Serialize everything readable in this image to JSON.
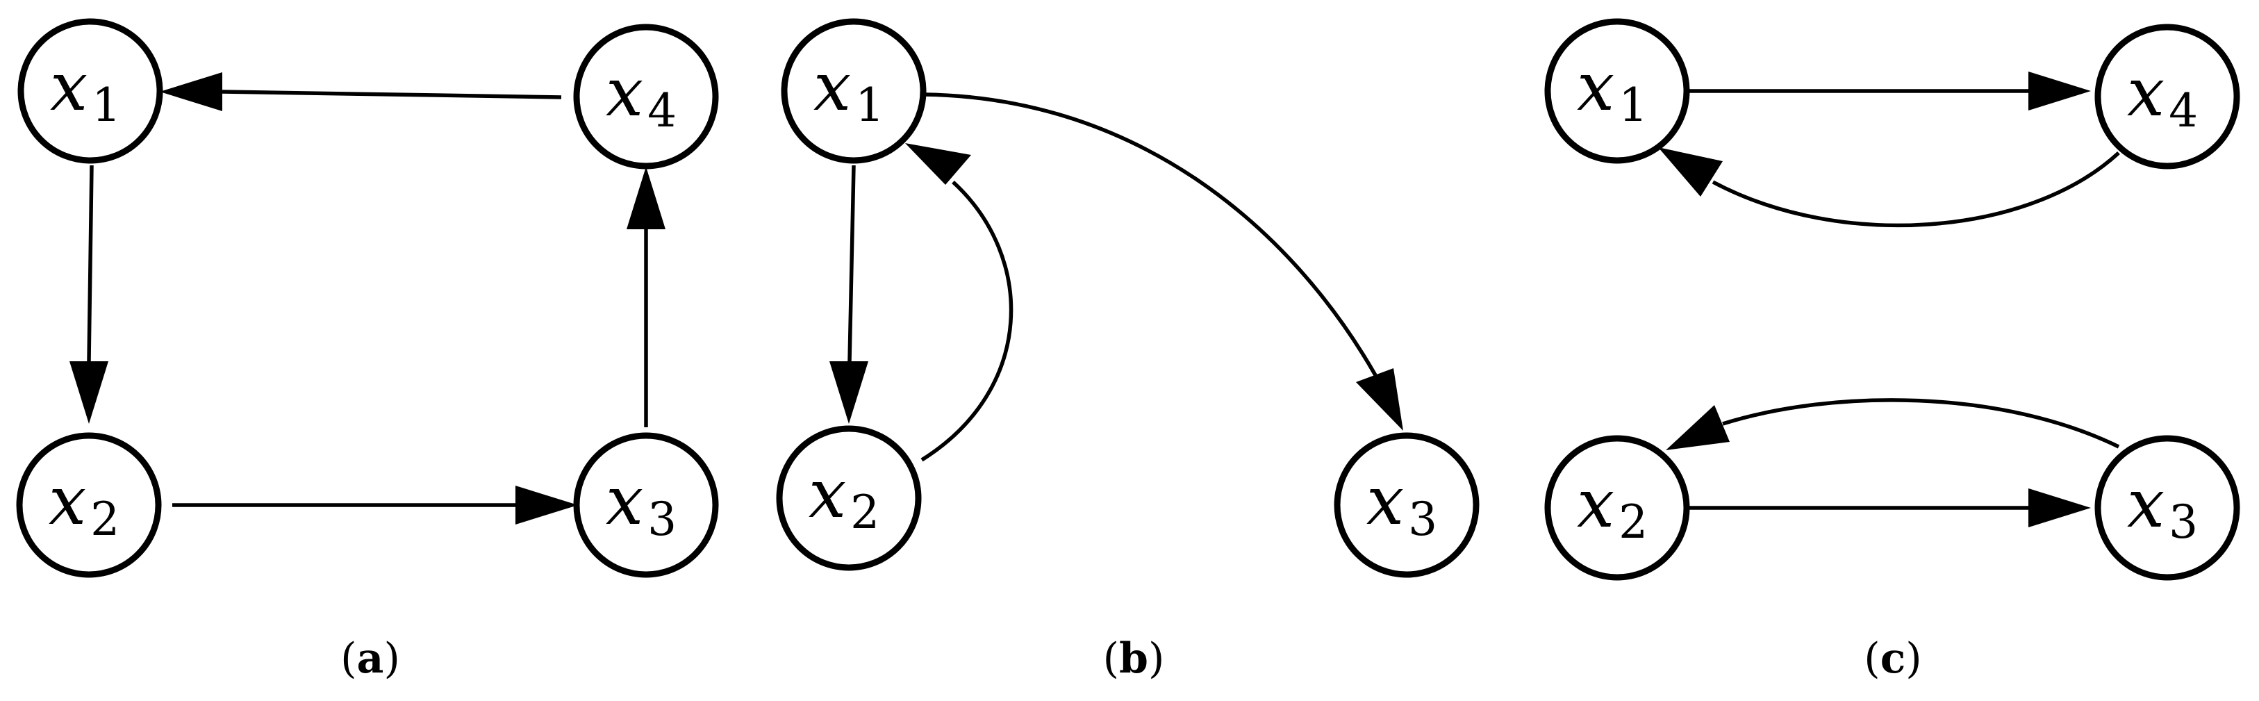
{
  "figure": {
    "panels": [
      {
        "id": "a",
        "caption_open": "(",
        "caption_letter": "a",
        "caption_close": ")",
        "nodes": [
          {
            "id": "x1",
            "var": "x",
            "sub": "1"
          },
          {
            "id": "x4",
            "var": "x",
            "sub": "4"
          },
          {
            "id": "x2",
            "var": "x",
            "sub": "2"
          },
          {
            "id": "x3",
            "var": "x",
            "sub": "3"
          }
        ],
        "edges": [
          {
            "from": "x4",
            "to": "x1"
          },
          {
            "from": "x1",
            "to": "x2"
          },
          {
            "from": "x2",
            "to": "x3"
          },
          {
            "from": "x3",
            "to": "x4"
          }
        ]
      },
      {
        "id": "b",
        "caption_open": "(",
        "caption_letter": "b",
        "caption_close": ")",
        "nodes": [
          {
            "id": "x1",
            "var": "x",
            "sub": "1"
          },
          {
            "id": "x2",
            "var": "x",
            "sub": "2"
          },
          {
            "id": "x3",
            "var": "x",
            "sub": "3"
          }
        ],
        "edges": [
          {
            "from": "x1",
            "to": "x2"
          },
          {
            "from": "x2",
            "to": "x1"
          },
          {
            "from": "x1",
            "to": "x3"
          }
        ]
      },
      {
        "id": "c",
        "caption_open": "(",
        "caption_letter": "c",
        "caption_close": ")",
        "nodes": [
          {
            "id": "x1",
            "var": "x",
            "sub": "1"
          },
          {
            "id": "x4",
            "var": "x",
            "sub": "4"
          },
          {
            "id": "x2",
            "var": "x",
            "sub": "2"
          },
          {
            "id": "x3",
            "var": "x",
            "sub": "3"
          }
        ],
        "edges": [
          {
            "from": "x1",
            "to": "x4"
          },
          {
            "from": "x4",
            "to": "x1"
          },
          {
            "from": "x2",
            "to": "x3"
          },
          {
            "from": "x3",
            "to": "x2"
          }
        ]
      }
    ]
  }
}
